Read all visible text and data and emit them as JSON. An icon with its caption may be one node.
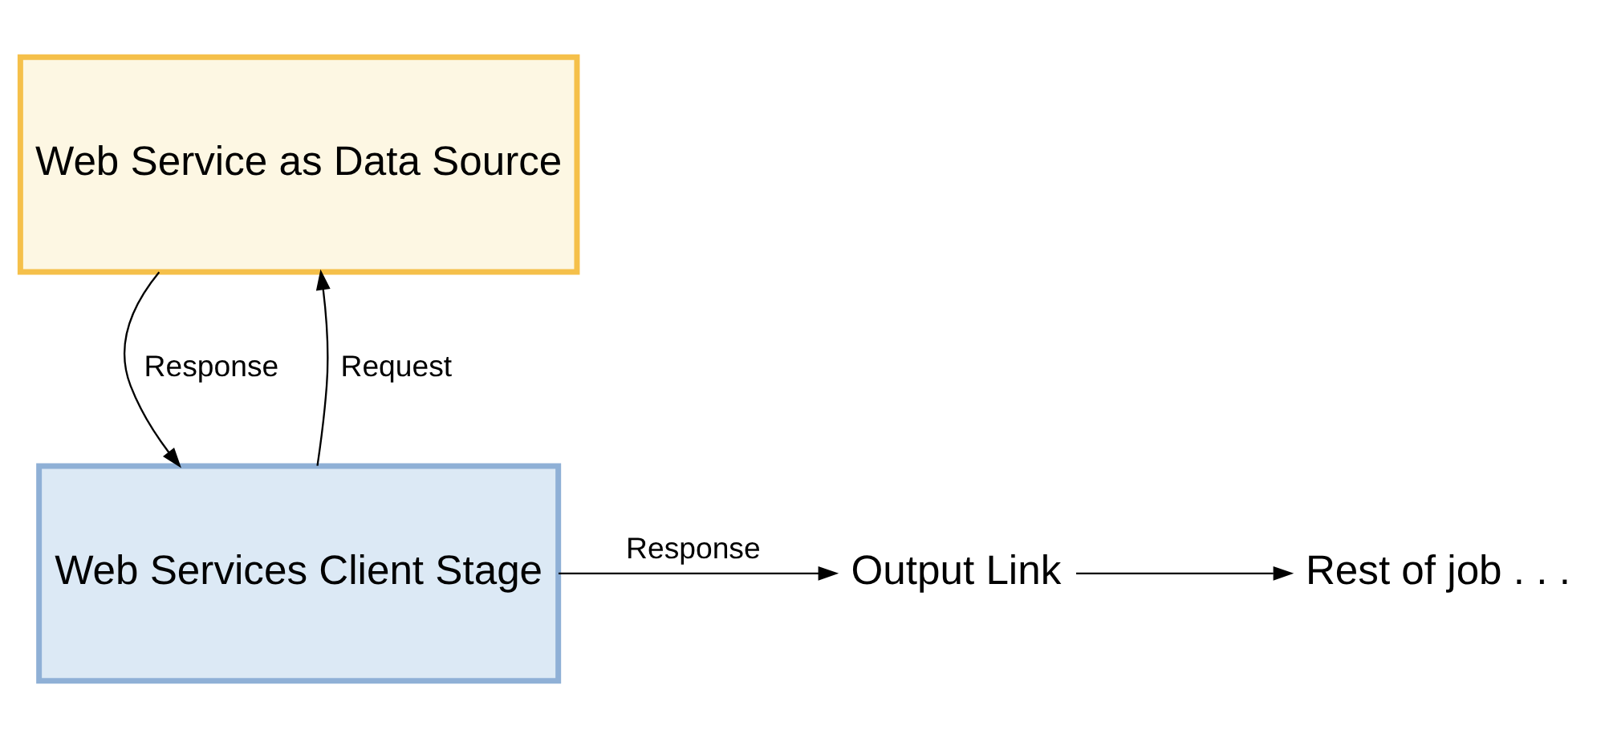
{
  "diagram": {
    "nodes": [
      {
        "text": [
          "Web Service as Data Source"
        ]
      },
      {
        "text": [
          "Web Services Client Stage"
        ]
      },
      {
        "text": [
          "Output Link"
        ]
      },
      {
        "text": [
          "Rest of job . . ."
        ]
      }
    ],
    "edges": [
      {
        "from": 1,
        "to": 0,
        "arrow": "to",
        "label": "Request"
      },
      {
        "from": 0,
        "to": 1,
        "arrow": "to",
        "label": "Response"
      },
      {
        "from": 1,
        "to": 2,
        "arrow": "to",
        "label": "Response"
      },
      {
        "from": 2,
        "to": 3,
        "arrow": "to"
      }
    ]
  }
}
